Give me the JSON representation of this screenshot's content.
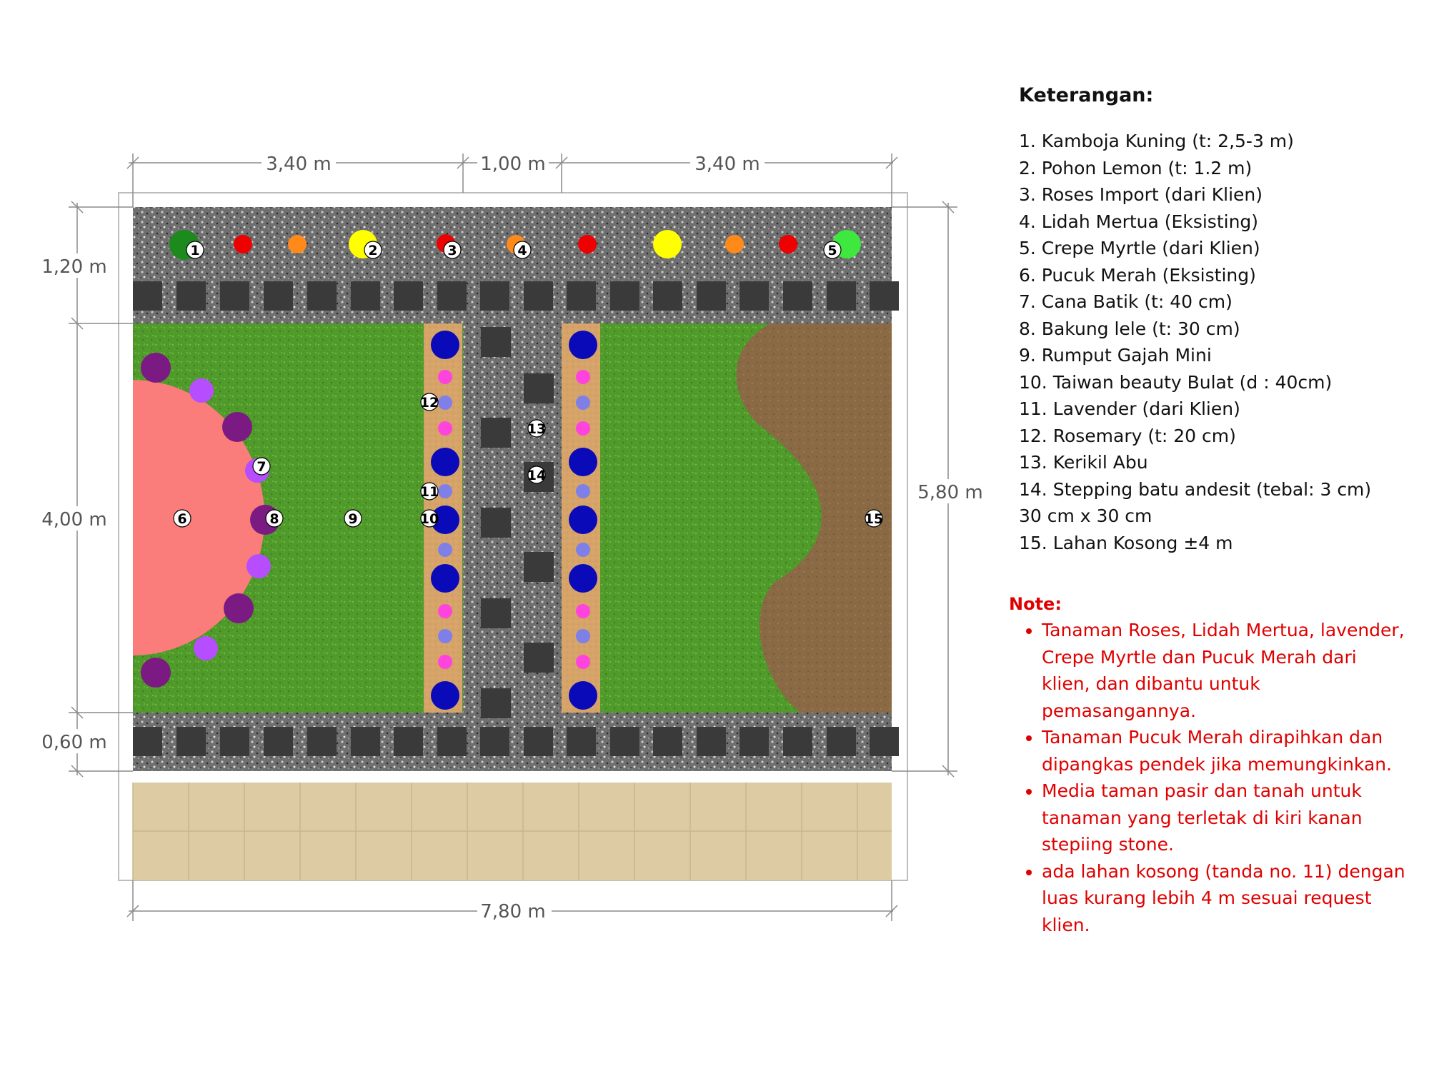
{
  "dimensions": {
    "top_left": "3,40 m",
    "top_mid": "1,00 m",
    "top_right": "3,40 m",
    "left_top": "1,20 m",
    "left_mid": "4,00 m",
    "left_bottom": "0,60 m",
    "right": "5,80 m",
    "bottom": "7,80 m"
  },
  "labels": [
    "1",
    "2",
    "3",
    "4",
    "5",
    "6",
    "7",
    "8",
    "9",
    "10",
    "11",
    "12",
    "13",
    "14",
    "15"
  ],
  "legend": {
    "title": "Keterangan:",
    "items": [
      "1. Kamboja Kuning (t: 2,5-3 m)",
      "2. Pohon Lemon (t: 1.2 m)",
      "3. Roses Import (dari Klien)",
      "4. Lidah Mertua (Eksisting)",
      "5. Crepe Myrtle (dari Klien)",
      "6. Pucuk Merah (Eksisting)",
      "7. Cana Batik (t: 40 cm)",
      "8. Bakung lele (t: 30 cm)",
      "9. Rumput Gajah Mini",
      "10. Taiwan beauty Bulat (d : 40cm)",
      "11. Lavender (dari Klien)",
      "12. Rosemary (t: 20 cm)",
      "13. Kerikil Abu",
      "14. Stepping batu andesit (tebal: 3 cm)",
      "30 cm x 30 cm",
      "15. Lahan Kosong ±4 m"
    ]
  },
  "notes": {
    "title": "Note:",
    "items": [
      "Tanaman Roses, Lidah Mertua, lavender, Crepe Myrtle dan Pucuk Merah dari klien, dan dibantu untuk pemasangannya.",
      "Tanaman Pucuk Merah dirapihkan dan dipangkas pendek jika memungkinkan.",
      "Media taman pasir dan tanah untuk tanaman yang terletak di kiri kanan stepiing stone.",
      "ada lahan kosong (tanda no. 11) dengan luas kurang lebih 4 m sesuai request klien."
    ]
  },
  "colors": {
    "gravel": "#6f6f6f",
    "stone": "#3a3a3a",
    "grass": "#4f9a2a",
    "soil": "#8a6a45",
    "sand": "#d6a468",
    "pucuk_merah": "#fb7d7b",
    "tile": "#dccba3",
    "kamboja": "#1d8a1d",
    "lemon": "#ffff00",
    "roses": "#ee0000",
    "lidah_mertua": "#ff8a1a",
    "crepe_myrtle": "#3ee83e",
    "cana_batik": "#b64dff",
    "bakung_lele": "#7a1a82",
    "taiwan_beauty": "#0a0ab8",
    "lavender": "#7f7fe8",
    "rosemary": "#ff44dd",
    "note": "#e00000"
  }
}
